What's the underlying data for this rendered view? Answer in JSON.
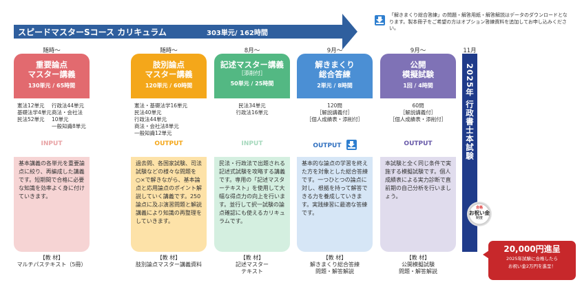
{
  "header": {
    "title": "スピードマスターSコース カリキュラム",
    "subtitle": "303単元/ 162時間"
  },
  "note": {
    "text": "「解きまくり総合答練」の問題・解答用紙・解答解説はデータのダウンロードとなります。製本冊子をご希望の方はオプション答練資料を追加してお申し込みください。",
    "icon": "download-icon"
  },
  "cards": [
    {
      "when": "随時〜",
      "title_1": "重要論点",
      "title_2": "マスター講義",
      "units": "130単元 / 65時間",
      "left_subjects": [
        "憲法12単元",
        "基礎法学4単元",
        "民法52単元"
      ],
      "right_subjects": [
        "行政法44単元",
        "商法・会社法10単元",
        "一般知識8単元"
      ],
      "label": "INPUT",
      "description": "基本講義の各単元を重要論点に絞り、再編成した講義です。短期間で合格に必要な知識を効率よく身に付けていきます。",
      "material_tag": "【教 材】",
      "material": "マルチパステキスト（5冊）",
      "color": "#e26a6f"
    },
    {
      "when": "随時〜",
      "title_1": "肢別論点",
      "title_2": "マスター講義",
      "units": "120単元 / 60時間",
      "subjects": [
        "憲法・基礎法学16単元",
        "民法40単元",
        "行政法44単元",
        "商法・会社法8単元",
        "一般知識12単元"
      ],
      "label": "OUTPUT",
      "description": "過去問、各国家試験、司法試験などの様々な問題を○×で解きながら、基本論点と応用論点のポイント解説していく講義です。250論点に及ぶ演習問題と解説講義により知識の再整理をしていきます。",
      "material_tag": "【教 材】",
      "material": "肢別論点マスター講義資料",
      "color": "#f4a71a"
    },
    {
      "when": "8月〜",
      "title_1": "記述マスター講義",
      "tag": "［添削付］",
      "units": "50単元 / 25時間",
      "subjects": [
        "民法34単元",
        "行政法16単元"
      ],
      "label": "INPUT",
      "description": "民法・行政法で出題される記述式試験を攻略する講義です。専用の「記述マスターテキスト」を使用して大幅な得点力の向上を行います。並行して択一試験の論点確認にも使えるカリキュラムです。",
      "material_tag": "【教 材】",
      "material_1": "記述マスター",
      "material_2": "テキスト",
      "color": "#53b883"
    },
    {
      "when": "9月〜",
      "title_1": "解きまくり",
      "title_2": "総合答練",
      "units": "2単元 / 8時間",
      "count": "120問",
      "extra_1": "［解説講義付］",
      "extra_2": "［個人成績表・添削付］",
      "label": "OUTPUT",
      "label_icon": "download-icon",
      "description": "基本的な論点の学習を終えた方を対象とした総合答練です。一つひとつの論点に対し、根拠を持って解答できる力を養成していきます。実践練習に最適な答練です。",
      "material_tag": "【教 材】",
      "material_1": "解きまくり総合答練",
      "material_2": "問題・解答解説",
      "color": "#4b8fd4"
    },
    {
      "when": "9月〜",
      "title_1": "公開",
      "title_2": "模擬試験",
      "units": "1回 / 4時間",
      "count": "60問",
      "extra_1": "［解説講義付］",
      "extra_2": "［個人成績表・添削付］",
      "label": "OUTPUT",
      "description": "本試験と全く同じ条件で実施する模擬試験です。個人成績表による実力診断で直前期の自己分析を行いましょう。",
      "material_tag": "【教 材】",
      "material_1": "公開模擬試験",
      "material_2": "問題・解答解説",
      "color": "#7f72b6"
    }
  ],
  "exam": {
    "when": "11月",
    "title": "2025年 行政書士本試験",
    "color": "#1f3b8a"
  },
  "seal": {
    "line1": "合格",
    "line2": "お祝い金",
    "line3": "制度"
  },
  "bonus": {
    "amount": "20,000円進呈",
    "detail_1": "2025年試験に合格したら",
    "detail_2": "お祝い金2万円を進呈！",
    "color": "#c7282b"
  }
}
